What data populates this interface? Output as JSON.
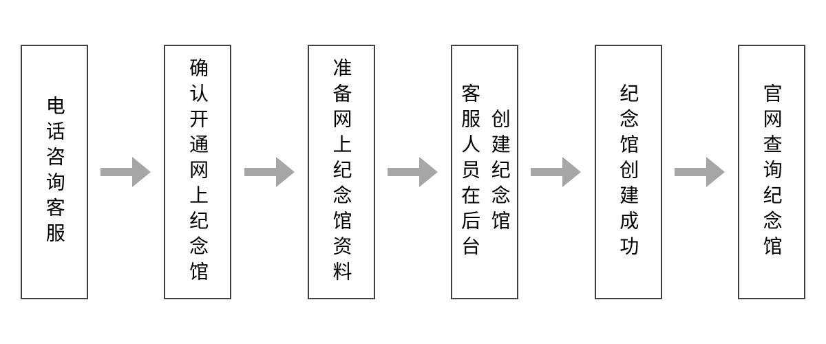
{
  "diagram": {
    "type": "flowchart",
    "direction": "left-to-right",
    "steps": [
      {
        "lines": [
          "电话咨询客服"
        ]
      },
      {
        "lines": [
          "确认开通网上纪念馆"
        ]
      },
      {
        "lines": [
          "准备网上纪念馆资料"
        ]
      },
      {
        "lines": [
          "客服人员在后台",
          "创建纪念馆"
        ]
      },
      {
        "lines": [
          "纪念馆创建成功"
        ]
      },
      {
        "lines": [
          "官网查询纪念馆"
        ]
      }
    ],
    "connector": {
      "icon": "right-arrow-icon",
      "count": 5
    },
    "colors": {
      "arrow": "#a6a6a6",
      "box_border": "#3f3f3f",
      "box_bg": "#ffffff",
      "text": "#000000",
      "background": "#ffffff"
    }
  }
}
